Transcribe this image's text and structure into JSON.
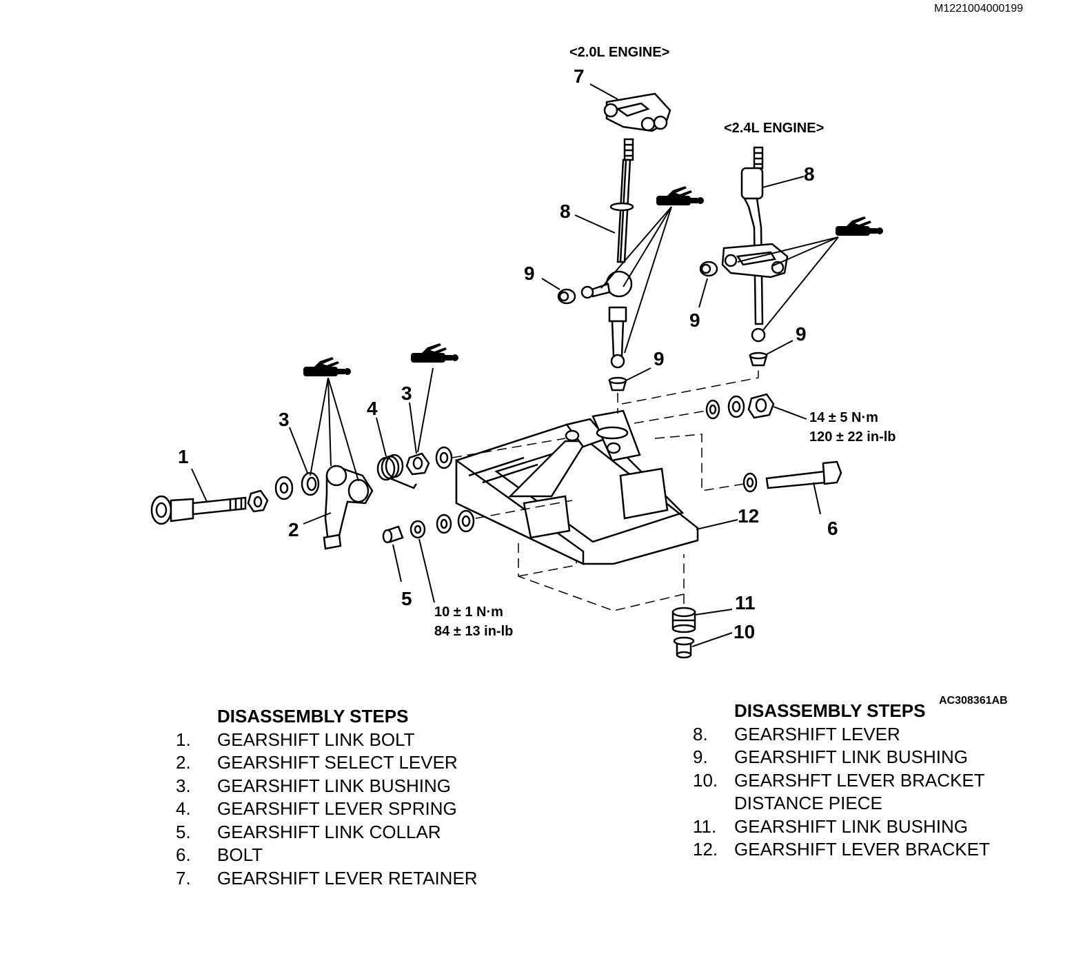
{
  "header": {
    "doc_id": "M1221004000199"
  },
  "figure": {
    "figure_id": "AC308361AB",
    "engine_labels": [
      "<2.0L ENGINE>",
      "<2.4L ENGINE>"
    ],
    "callouts": [
      "1",
      "2",
      "3",
      "3",
      "4",
      "5",
      "6",
      "7",
      "8",
      "8",
      "9",
      "9",
      "9",
      "9",
      "10",
      "11",
      "12"
    ],
    "torque_specs": [
      {
        "line1": "14 ± 5 N·m",
        "line2": "120 ± 22 in-lb"
      },
      {
        "line1": "10 ± 1 N·m",
        "line2": "84 ± 13 in-lb"
      }
    ]
  },
  "steps_left": {
    "heading": "DISASSEMBLY STEPS",
    "items": [
      {
        "num": "1.",
        "text": "GEARSHIFT LINK BOLT"
      },
      {
        "num": "2.",
        "text": "GEARSHIFT SELECT LEVER"
      },
      {
        "num": "3.",
        "text": "GEARSHIFT LINK BUSHING"
      },
      {
        "num": "4.",
        "text": "GEARSHIFT LEVER SPRING"
      },
      {
        "num": "5.",
        "text": "GEARSHIFT LINK COLLAR"
      },
      {
        "num": "6.",
        "text": "BOLT"
      },
      {
        "num": "7.",
        "text": "GEARSHIFT LEVER RETAINER"
      }
    ]
  },
  "steps_right": {
    "heading": "DISASSEMBLY STEPS",
    "items": [
      {
        "num": "8.",
        "text": "GEARSHIFT LEVER"
      },
      {
        "num": "9.",
        "text": "GEARSHIFT LINK BUSHING"
      },
      {
        "num": "10.",
        "text": "GEARSHFT LEVER BRACKET"
      },
      {
        "num": "",
        "text": "DISTANCE PIECE"
      },
      {
        "num": "11.",
        "text": "GEARSHIFT LINK BUSHING"
      },
      {
        "num": "12.",
        "text": "GEARSHIFT LEVER BRACKET"
      }
    ]
  }
}
